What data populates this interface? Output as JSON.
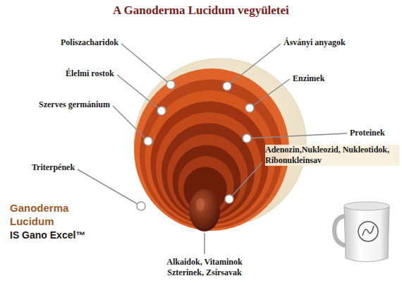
{
  "diagram": {
    "title": "A Ganoderma Lucidum vegyületei",
    "labels": [
      "Poliszacharidok",
      "Ásványi anyagok",
      "Élelmi rostok",
      "Enzimek",
      "Szerves germánium",
      "Proteinek",
      "Adenozin,Nukleozid, Nukleotidok, Ribonukleinsav",
      "Triterpének",
      "Alkaidok, Vitaminok Szterinek, Zsírsavak",
      "Ganoderma",
      "Lucidum",
      "IS Gano Excel™"
    ]
  }
}
